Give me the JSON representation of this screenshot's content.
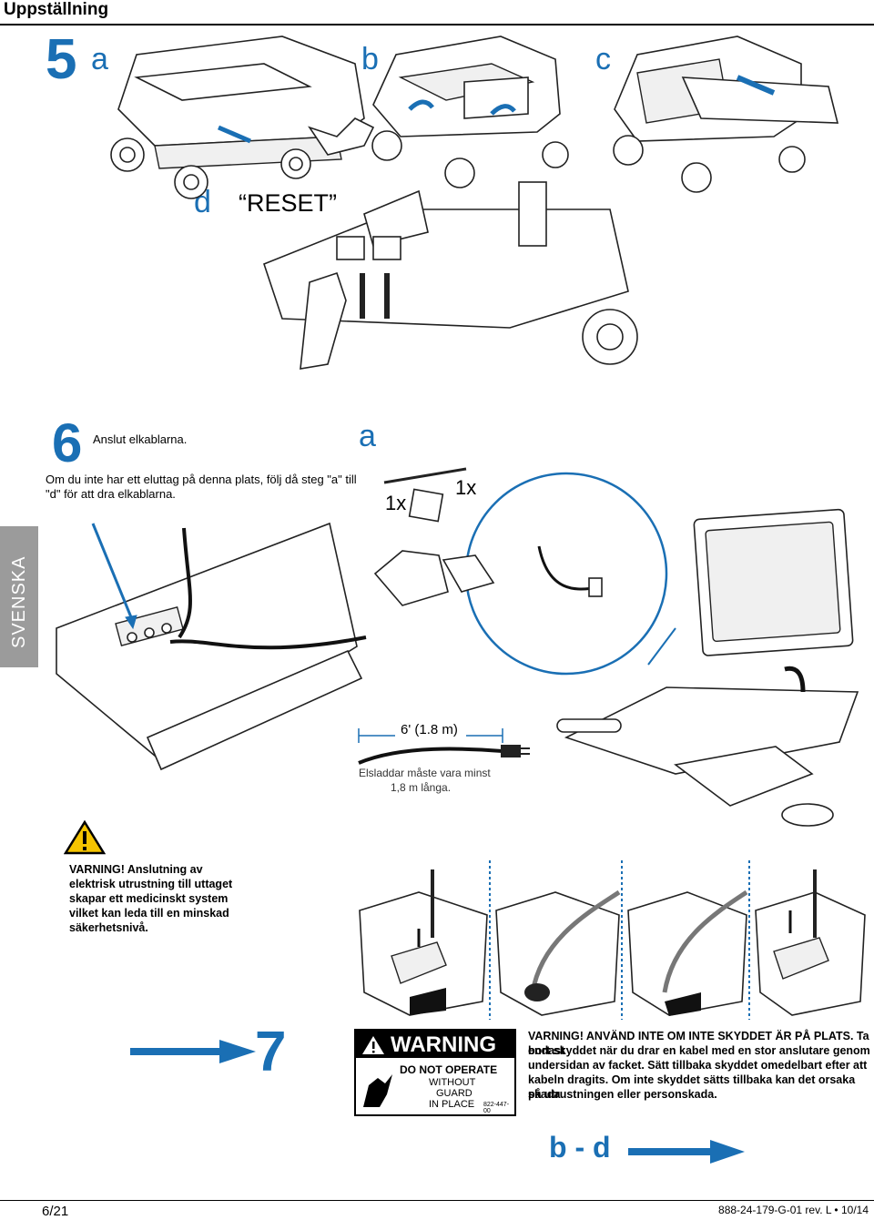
{
  "header": {
    "title": "Uppställning"
  },
  "step5": {
    "number": "5",
    "sub_a": "a",
    "sub_b": "b",
    "sub_c": "c",
    "sub_d": "d",
    "reset_label": "“RESET”"
  },
  "step6": {
    "number": "6",
    "instruction": "Anslut elkablarna.",
    "note_line1": "Om du inte har ett eluttag på denna plats, följ då steg \"a\" till",
    "note_line2": "\"d\" för att dra elkablarna.",
    "sub_a": "a",
    "qty_tie": "1x",
    "qty_pad": "1x",
    "cord_length": "6' (1.8 m)",
    "cord_note_line1": "Elsladdar måste vara minst",
    "cord_note_line2": "1,8 m långa."
  },
  "side_tab": {
    "label": "SVENSKA"
  },
  "warning": {
    "line1": "VARNING! Anslutning av",
    "line2": "elektrisk utrustning till uttaget",
    "line3": "skapar ett medicinskt system",
    "line4": "vilket kan leda till en minskad",
    "line5": "säkerhetsnivå."
  },
  "step7": {
    "number": "7",
    "label_title": "WARNING",
    "label_line1": "DO NOT OPERATE",
    "label_line2": "WITHOUT",
    "label_line3": "GUARD",
    "label_line4": "IN PLACE",
    "label_part": "822-447-00",
    "warn_line1": "VARNING! ANVÄND INTE OM INTE SKYDDET ÄR PÅ PLATS. Ta endast",
    "warn_line2": "bort skyddet när du drar en kabel med en stor anslutare genom",
    "warn_line3": "undersidan av facket. Sätt tillbaka skyddet omedelbart efter att",
    "warn_line4": "kabeln dragits. Om inte skyddet sätts tillbaka kan det orsaka skada",
    "warn_line5": "på utrustningen eller personskada.",
    "range_label": "b - d"
  },
  "footer": {
    "page": "6/21",
    "doc_ref": "888-24-179-G-01 rev. L • 10/14"
  },
  "colors": {
    "accent": "#1a6fb4",
    "tab": "#9b9b9b"
  }
}
